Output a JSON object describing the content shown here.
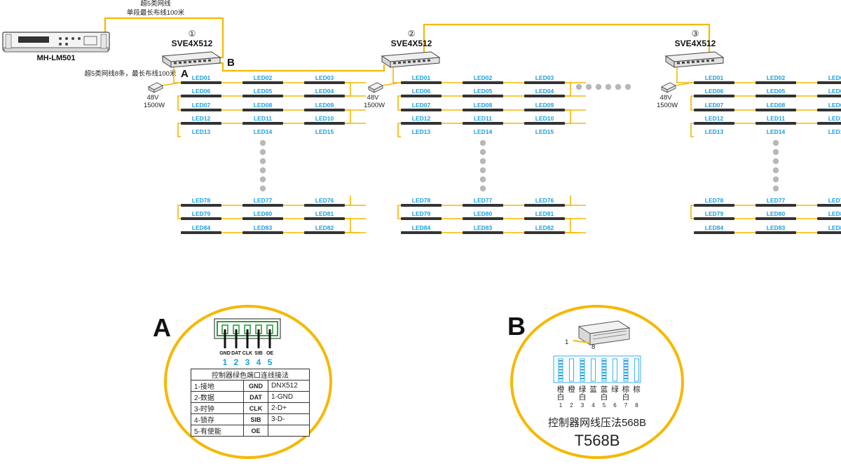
{
  "controller": {
    "name": "MH-LM501",
    "cable_note_line1": "超5类网线",
    "cable_note_line2": "单段最长布线100米",
    "branch_note": "超5类网线8条，最长布线100米"
  },
  "connector_labels": {
    "a": "A",
    "b": "B"
  },
  "groups": [
    {
      "number": "①",
      "model": "SVE4X512",
      "psu_voltage": "48V",
      "psu_power": "1500W"
    },
    {
      "number": "②",
      "model": "SVE4X512",
      "psu_voltage": "48V",
      "psu_power": "1500W"
    },
    {
      "number": "③",
      "model": "SVE4X512",
      "psu_voltage": "48V",
      "psu_power": "1500W"
    }
  ],
  "led_rows_top": [
    [
      "LED01",
      "LED02",
      "LED03"
    ],
    [
      "LED06",
      "LED05",
      "LED04"
    ],
    [
      "LED07",
      "LED08",
      "LED09"
    ],
    [
      "LED12",
      "LED11",
      "LED10"
    ],
    [
      "LED13",
      "LED14",
      "LED15"
    ]
  ],
  "led_rows_bottom": [
    [
      "LED78",
      "LED77",
      "LED76"
    ],
    [
      "LED79",
      "LED80",
      "LED81"
    ],
    [
      "LED84",
      "LED83",
      "LED82"
    ]
  ],
  "detail_a": {
    "letter": "A",
    "pins": [
      "GND",
      "DAT",
      "CLK",
      "SIB",
      "OE"
    ],
    "pin_numbers": [
      "1",
      "2",
      "3",
      "4",
      "5"
    ],
    "table_title": "控制器绿色端口连线接法",
    "rows": [
      {
        "function": "1-接地",
        "signal": "GND",
        "dmx": "DNX512"
      },
      {
        "function": "2-数据",
        "signal": "DAT",
        "dmx": "1-GND"
      },
      {
        "function": "3-时钟",
        "signal": "CLK",
        "dmx": "2-D+"
      },
      {
        "function": "4-锁存",
        "signal": "SIB",
        "dmx": "3-D-"
      },
      {
        "function": "5-有使能",
        "signal": "OE",
        "dmx": ""
      }
    ]
  },
  "detail_b": {
    "letter": "B",
    "plug_pin_first": "1",
    "plug_pin_last": "8",
    "wires": [
      {
        "top": "橙",
        "bottom": "白",
        "number": "1"
      },
      {
        "top": "橙",
        "bottom": "",
        "number": "2"
      },
      {
        "top": "绿",
        "bottom": "白",
        "number": "3"
      },
      {
        "top": "蓝",
        "bottom": "",
        "number": "4"
      },
      {
        "top": "蓝",
        "bottom": "白",
        "number": "5"
      },
      {
        "top": "绿",
        "bottom": "",
        "number": "6"
      },
      {
        "top": "棕",
        "bottom": "白",
        "number": "7"
      },
      {
        "top": "棕",
        "bottom": "",
        "number": "8"
      }
    ],
    "title": "控制器网线压法568B",
    "standard": "T568B"
  },
  "colors": {
    "wire": "#f5b800",
    "led_label": "#1a9fe0",
    "pin_number": "#1a9fe0",
    "connector_green": "#2e9b3e"
  }
}
